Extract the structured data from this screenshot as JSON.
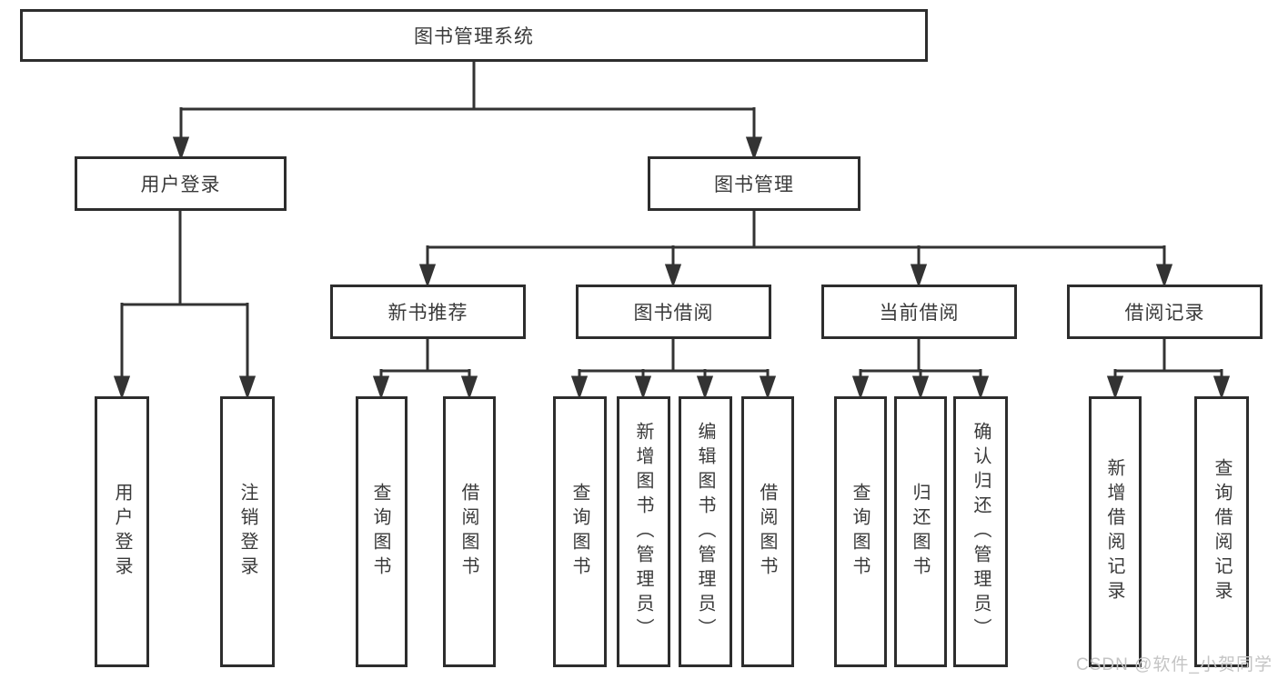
{
  "colors": {
    "background": "#ffffff",
    "line": "#333333",
    "box_border": "#2d2d2d",
    "text": "#3a3a3a",
    "watermark": "#c4c4c4"
  },
  "watermark": {
    "text": "CSDN @软件_小贺同学"
  },
  "diagram": {
    "root": {
      "label": "图书管理系统",
      "children": [
        {
          "label": "用户登录",
          "children": [
            {
              "label": "用户登录"
            },
            {
              "label": "注销登录"
            }
          ]
        },
        {
          "label": "图书管理",
          "children": [
            {
              "label": "新书推荐",
              "children": [
                {
                  "label": "查询图书"
                },
                {
                  "label": "借阅图书"
                }
              ]
            },
            {
              "label": "图书借阅",
              "children": [
                {
                  "label": "查询图书"
                },
                {
                  "label": "新增图书（管理员）"
                },
                {
                  "label": "编辑图书（管理员）"
                },
                {
                  "label": "借阅图书"
                }
              ]
            },
            {
              "label": "当前借阅",
              "children": [
                {
                  "label": "查询图书"
                },
                {
                  "label": "归还图书"
                },
                {
                  "label": "确认归还（管理员）"
                }
              ]
            },
            {
              "label": "借阅记录",
              "children": [
                {
                  "label": "新增借阅记录"
                },
                {
                  "label": "查询借阅记录"
                }
              ]
            }
          ]
        }
      ]
    }
  }
}
